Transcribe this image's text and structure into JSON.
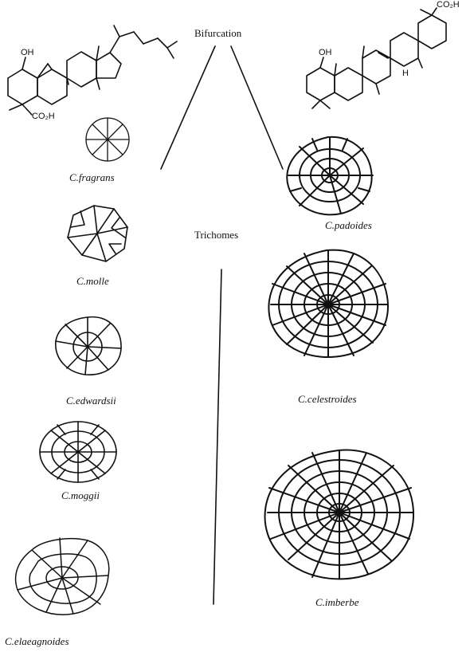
{
  "headings": {
    "bifurcation": "Bifurcation",
    "trichomes": "Trichomes"
  },
  "species": {
    "fragrans": "C.fragrans",
    "molle": "C.molle",
    "edwardsii": "C.edwardsii",
    "moggii": "C.moggii",
    "elaeagnoides": "C.elaeagnoides",
    "padoides": "C.padoides",
    "celestroides": "C.celestroides",
    "imberbe": "C.imberbe"
  },
  "chemistry": {
    "left": {
      "oh": "OH",
      "acid": "CO₂H"
    },
    "right": {
      "oh": "OH",
      "acid": "CO₂H",
      "h": "H"
    }
  },
  "colors": {
    "ink": "#111111",
    "paper": "#ffffff"
  }
}
